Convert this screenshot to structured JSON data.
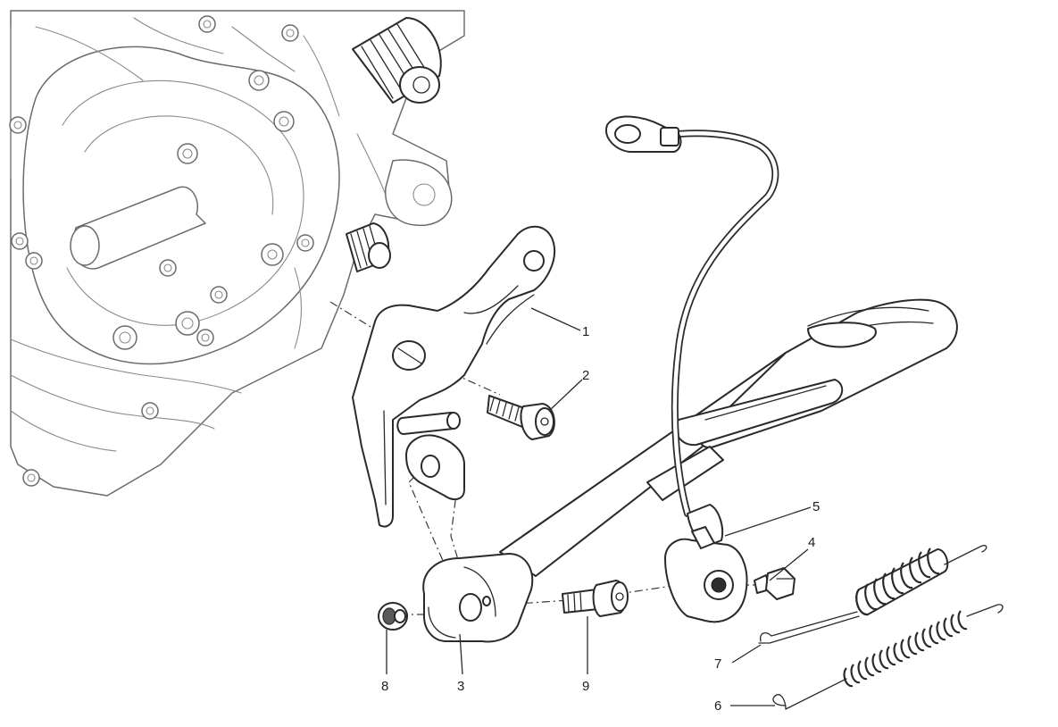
{
  "callouts": [
    {
      "id": "1",
      "label": "1"
    },
    {
      "id": "2",
      "label": "2"
    },
    {
      "id": "3",
      "label": "3"
    },
    {
      "id": "4",
      "label": "4"
    },
    {
      "id": "5",
      "label": "5"
    },
    {
      "id": "6",
      "label": "6"
    },
    {
      "id": "7",
      "label": "7"
    },
    {
      "id": "8",
      "label": "8"
    },
    {
      "id": "9",
      "label": "9"
    }
  ],
  "colors": {
    "line": "#2a2a2a",
    "background": "#ffffff",
    "engine_line": "#6b6b6b"
  }
}
